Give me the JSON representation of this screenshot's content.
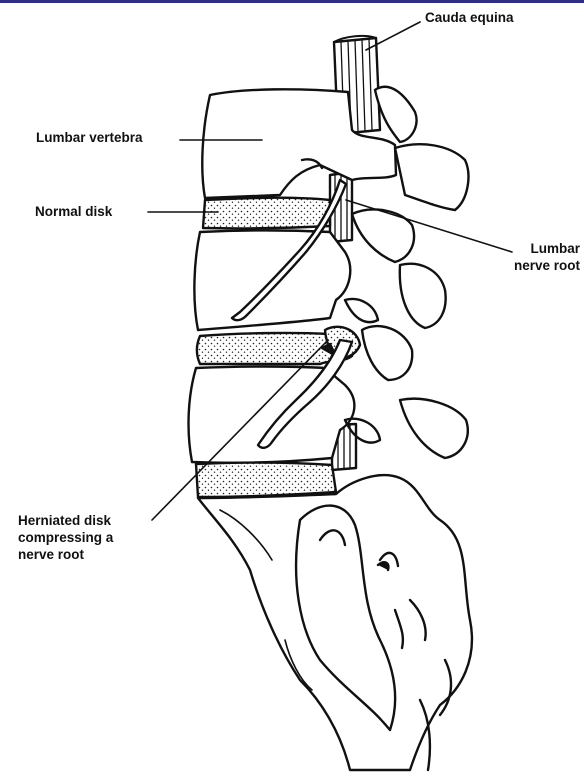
{
  "diagram": {
    "labels": {
      "cauda_equina": "Cauda equina",
      "lumbar_vertebra": "Lumbar vertebra",
      "normal_disk": "Normal disk",
      "lumbar_nerve_root": "Lumbar\nnerve root",
      "herniated_disk": "Herniated disk\ncompressing a\nnerve root"
    },
    "colors": {
      "line": "#111111",
      "background": "#ffffff",
      "top_rule": "#2f2f86"
    }
  }
}
